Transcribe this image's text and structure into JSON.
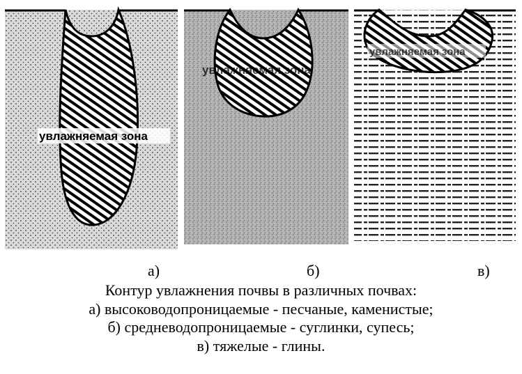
{
  "panels": [
    {
      "label": "а)",
      "zone_label": "увлажняемая зона"
    },
    {
      "label": "б)",
      "zone_label": "увлажняемая зона"
    },
    {
      "label": "в)",
      "zone_label": "увлажняемая зона"
    }
  ],
  "caption": [
    "Контур увлажнения почвы в различных почвах:",
    "а) высоководопроницаемые - песчаные, каменистые;",
    "б) средневодопроницаемые - суглинки, супесь;",
    "в) тяжелые - глины."
  ],
  "colors": {
    "soil_light": "#d6d6d6",
    "soil_medium": "#aaaaaa",
    "hatch": "#000000"
  }
}
